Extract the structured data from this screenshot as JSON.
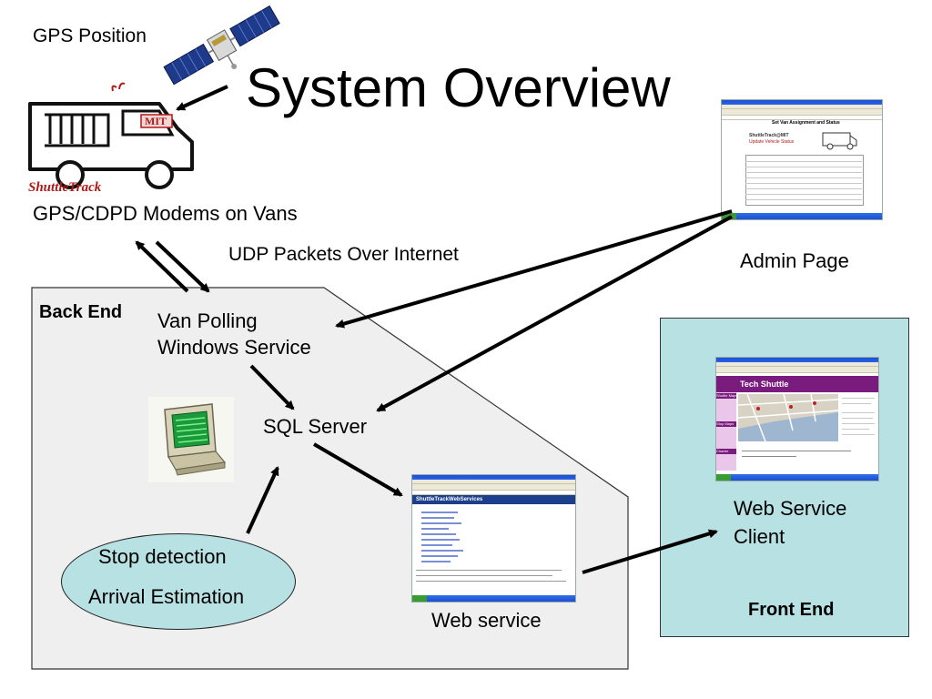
{
  "title": "System Overview",
  "labels": {
    "gps_position": "GPS Position",
    "modems": "GPS/CDPD Modems on Vans",
    "udp": "UDP Packets Over Internet",
    "admin_page": "Admin Page",
    "back_end": "Back End",
    "van_polling_line1": "Van Polling",
    "van_polling_line2": "Windows Service",
    "sql_server": "SQL Server",
    "stop_detection": "Stop detection",
    "arrival_estimation": "Arrival Estimation",
    "web_service": "Web service",
    "web_service_client_line1": "Web Service",
    "web_service_client_line2": "Client",
    "front_end": "Front End"
  },
  "logo": {
    "brand_text": "ShuttleTrack",
    "badge_text": "MIT"
  },
  "admin_screen": {
    "heading": "Set Van Assignment and Status",
    "brand": "ShuttleTrack@MIT",
    "subtitle": "Update Vehicle Status"
  },
  "webservice_screen": {
    "heading": "ShuttleTrackWebServices"
  },
  "client_screen": {
    "heading": "Tech Shuttle",
    "sidebar_a": "Shuttle Maps",
    "sidebar_b": "Stop Maps",
    "sidebar_c": "Charter"
  },
  "colors": {
    "backend_fill": "#efefef",
    "frontend_fill": "#b8e1e4",
    "ellipse_fill": "#b8e1e4",
    "truck_accent": "#b01818",
    "client_purple": "#7a1c7e"
  }
}
